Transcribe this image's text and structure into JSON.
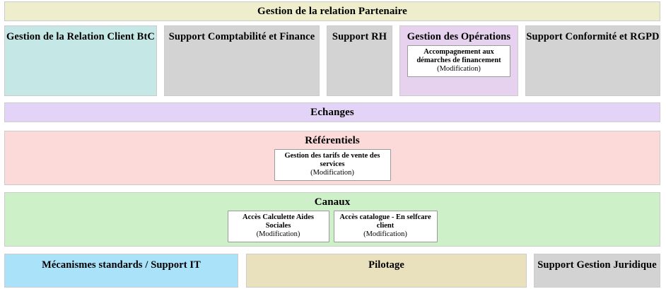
{
  "diagram": {
    "title": "Gestion de la relation Partenaire",
    "banner": {
      "label": "Gestion de la relation Partenaire",
      "color": "#eeeecc"
    },
    "domains": [
      {
        "label": "Gestion de la Relation Client BtC",
        "color": "#c5e8e6",
        "cards": []
      },
      {
        "label": "Support Comptabilité et Finance",
        "color": "#d3d3d3",
        "cards": []
      },
      {
        "label": "Support RH",
        "color": "#d3d3d3",
        "cards": []
      },
      {
        "label": "Gestion des Opérations",
        "color": "#e6d2ee",
        "cards": [
          {
            "name": "Accompagnement aux démarches de financement",
            "state": "(Modification)"
          }
        ]
      },
      {
        "label": "Support Conformité et RGPD",
        "color": "#d3d3d3",
        "cards": []
      }
    ],
    "bands": [
      {
        "label": "Echanges",
        "color": "#e3d4f7",
        "cards": []
      },
      {
        "label": "Référentiels",
        "color": "#fcdada",
        "cards": [
          {
            "name": "Gestion des tarifs de vente des services",
            "state": "(Modification)"
          }
        ]
      },
      {
        "label": "Canaux",
        "color": "#cdf0c8",
        "cards": [
          {
            "name": "Accès Calculette Aides Sociales",
            "state": "(Modification)"
          },
          {
            "name": "Accès catalogue - En selfcare client",
            "state": "(Modification)"
          }
        ]
      }
    ],
    "footer": [
      {
        "label": "Mécanismes standards / Support IT",
        "color": "#aae2fa",
        "cards": []
      },
      {
        "label": "Pilotage",
        "color": "#e9e0bd",
        "cards": []
      },
      {
        "label": "Support Gestion Juridique",
        "color": "#d3d3d3",
        "cards": []
      }
    ]
  }
}
